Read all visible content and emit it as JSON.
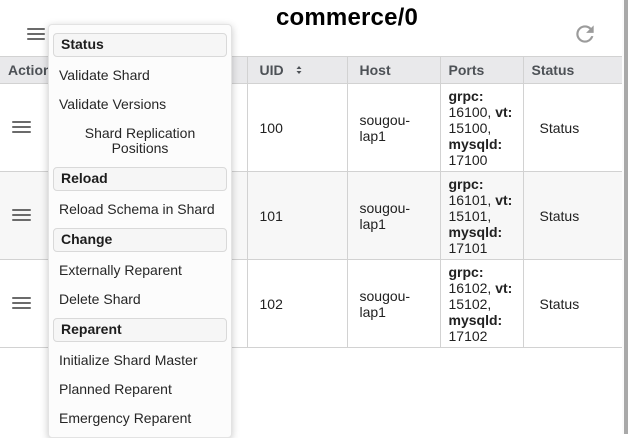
{
  "header": {
    "title": "commerce/0",
    "menu_icon": "hamburger-icon",
    "refresh_icon": "refresh-icon"
  },
  "menu": {
    "sections": [
      {
        "header": "Status",
        "items": [
          {
            "label": "Validate Shard"
          },
          {
            "label": "Validate Versions"
          },
          {
            "label": "Shard Replication Positions",
            "center": true
          }
        ]
      },
      {
        "header": "Reload",
        "items": [
          {
            "label": "Reload Schema in Shard"
          }
        ]
      },
      {
        "header": "Change",
        "items": [
          {
            "label": "Externally Reparent"
          },
          {
            "label": "Delete Shard"
          }
        ]
      },
      {
        "header": "Reparent",
        "items": [
          {
            "label": "Initialize Shard Master"
          },
          {
            "label": "Planned Reparent"
          },
          {
            "label": "Emergency Reparent"
          }
        ]
      }
    ]
  },
  "table": {
    "columns": [
      "Actions",
      "UID",
      "Host",
      "Ports",
      "Status"
    ],
    "sortable_column": "UID",
    "rows": [
      {
        "uid": "100",
        "host": "sougou-lap1",
        "ports": [
          {
            "label": "grpc:",
            "value": "16100,"
          },
          {
            "label": "vt:",
            "value": "15100,"
          },
          {
            "label": "mysqld:",
            "value": "17100"
          }
        ],
        "status": "Status"
      },
      {
        "uid": "101",
        "host": "sougou-lap1",
        "ports": [
          {
            "label": "grpc:",
            "value": "16101,"
          },
          {
            "label": "vt:",
            "value": "15101,"
          },
          {
            "label": "mysqld:",
            "value": "17101"
          }
        ],
        "status": "Status"
      },
      {
        "uid": "102",
        "host": "sougou-lap1",
        "ports": [
          {
            "label": "grpc:",
            "value": "16102,"
          },
          {
            "label": "vt:",
            "value": "15102,"
          },
          {
            "label": "mysqld:",
            "value": "17102"
          }
        ],
        "status": "Status"
      }
    ]
  },
  "colors": {
    "table_header_bg": "#e9e9eb",
    "table_header_text": "#4d5156",
    "row_alt_bg": "#f7f7f7",
    "cell_border": "#d2d2d2",
    "menu_bg": "#fcfcfc",
    "menu_section_box_bg": "#f6f6f6",
    "menu_section_box_border": "#d9d9d9",
    "icon_gray": "#6b6b6b",
    "scrollbar_thumb": "#a9a9a9"
  }
}
